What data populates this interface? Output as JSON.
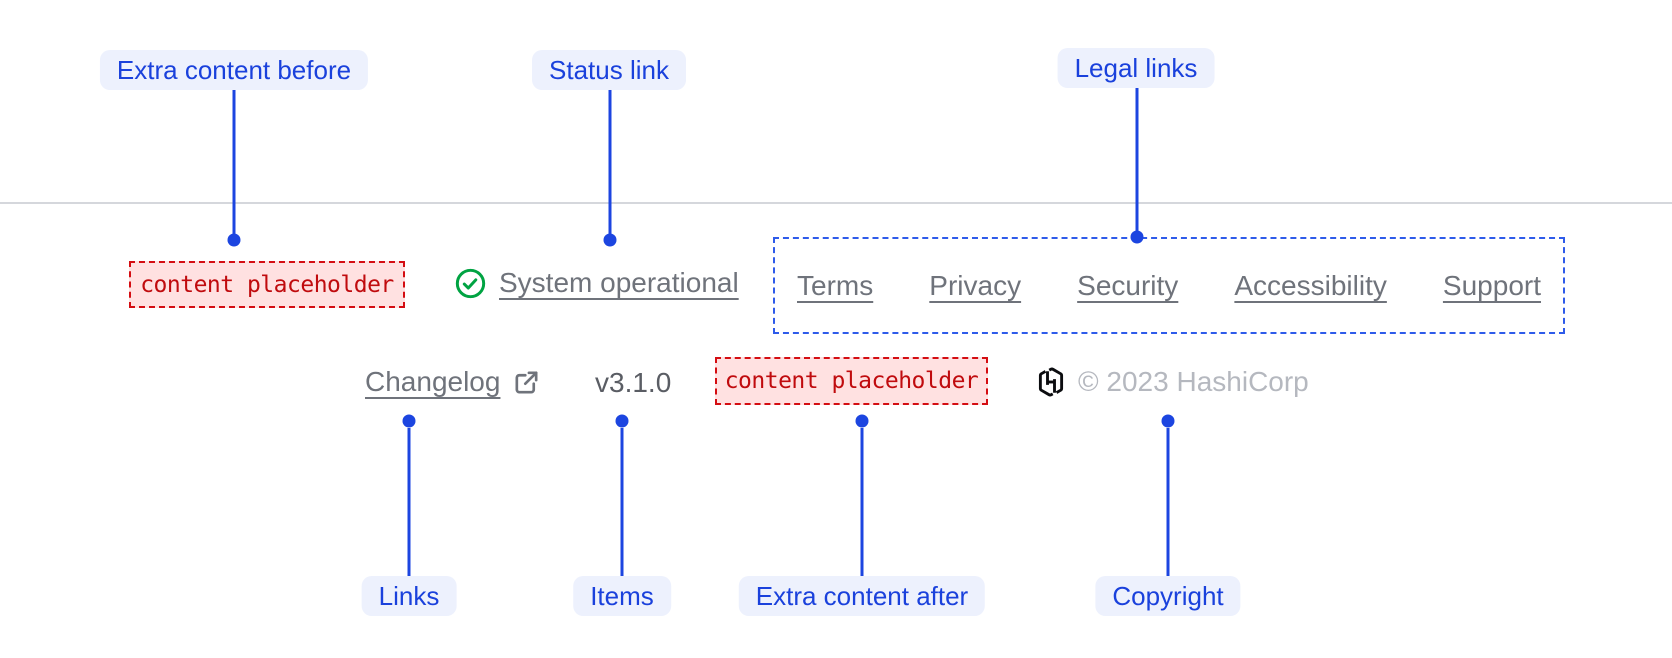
{
  "colors": {
    "background": "#ffffff",
    "accent": "#1c45e0",
    "label_bg": "#edf1fd",
    "label_text": "#1a41dc",
    "legal_border": "#2e5bea",
    "link": "#6f737b",
    "item_text": "#5a5d64",
    "copyright_text": "#b5b8bf",
    "success": "#00a342",
    "mock_border": "#d40d12",
    "mock_bg": "#ffe1e1",
    "mock_text": "#c00b0e",
    "divider": "#d5d7dc",
    "logo": "#0b0c0f"
  },
  "annotations": {
    "extra_content_before": "Extra content before",
    "status_link": "Status link",
    "legal_links": "Legal links",
    "links": "Links",
    "items": "Items",
    "extra_content_after": "Extra content after",
    "copyright": "Copyright"
  },
  "footer": {
    "extra_content_before": {
      "placeholder": "content placeholder"
    },
    "status": {
      "label": "System operational",
      "icon": "check-circle-icon"
    },
    "legal_links": [
      "Terms",
      "Privacy",
      "Security",
      "Accessibility",
      "Support"
    ],
    "links": [
      {
        "label": "Changelog",
        "icon": "external-link-icon"
      }
    ],
    "items": [
      "v3.1.0"
    ],
    "extra_content_after": {
      "placeholder": "content placeholder"
    },
    "copyright": {
      "logo": "hashicorp-logo-icon",
      "text": "© 2023 HashiCorp"
    }
  }
}
